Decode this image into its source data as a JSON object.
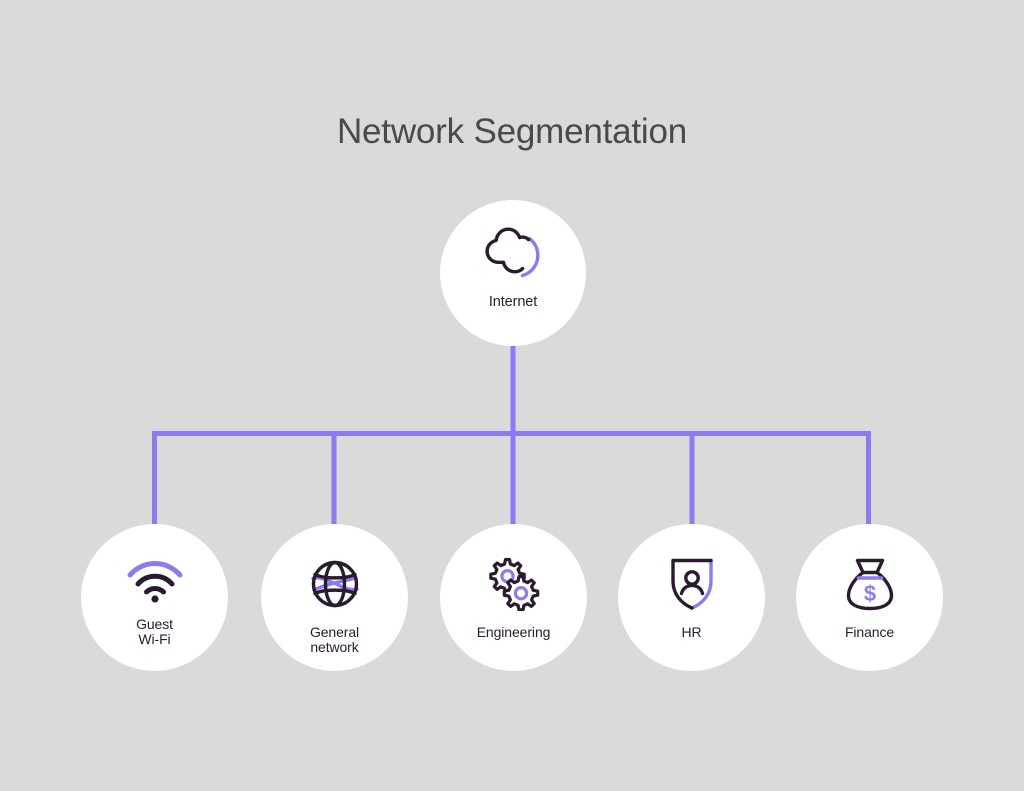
{
  "title": "Network Segmentation",
  "colors": {
    "background": "#dadada",
    "node_fill": "#ffffff",
    "accent_purple": "#8b7bf0",
    "icon_dark": "#2b1b2f",
    "title_text": "#4a4a4a",
    "label_text": "#2b1b2f"
  },
  "root": {
    "id": "internet",
    "label": "Internet",
    "icon": "cloud-icon"
  },
  "segments": [
    {
      "id": "guest-wifi",
      "label": "Guest\nWi-Fi",
      "icon": "wifi-icon"
    },
    {
      "id": "general-network",
      "label": "General\nnetwork",
      "icon": "globe-icon"
    },
    {
      "id": "engineering",
      "label": "Engineering",
      "icon": "gears-icon"
    },
    {
      "id": "hr",
      "label": "HR",
      "icon": "shield-person-icon"
    },
    {
      "id": "finance",
      "label": "Finance",
      "icon": "money-bag-icon"
    }
  ],
  "chart_data": {
    "type": "diagram",
    "title": "Network Segmentation",
    "layout": "tree-bus",
    "root": "Internet",
    "children": [
      "Guest Wi-Fi",
      "General network",
      "Engineering",
      "HR",
      "Finance"
    ],
    "edges": [
      {
        "from": "Internet",
        "to": "Guest Wi-Fi"
      },
      {
        "from": "Internet",
        "to": "General network"
      },
      {
        "from": "Internet",
        "to": "Engineering"
      },
      {
        "from": "Internet",
        "to": "HR"
      },
      {
        "from": "Internet",
        "to": "Finance"
      }
    ]
  }
}
